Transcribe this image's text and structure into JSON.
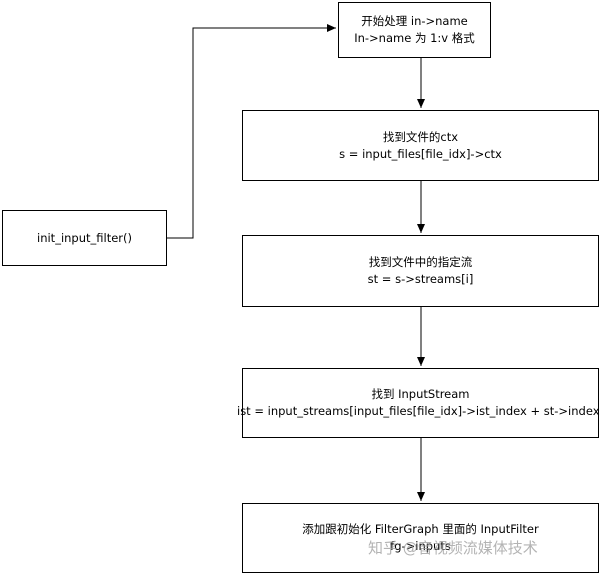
{
  "nodes": {
    "start": {
      "line1": "开始处理 in->name",
      "line2": "In->name 为 1:v 格式"
    },
    "ctx": {
      "line1": "找到文件的ctx",
      "line2": "s = input_files[file_idx]->ctx"
    },
    "stream": {
      "line1": "找到文件中的指定流",
      "line2": "st = s->streams[i]"
    },
    "inputstream": {
      "line1": "找到 InputStream",
      "line2": "ist = input_streams[input_files[file_idx]->ist_index + st->index]"
    },
    "addfilter": {
      "line1": "添加跟初始化 FilterGraph 里面的 InputFilter",
      "line2": "fg->inputs"
    },
    "entry": {
      "label": "init_input_filter()"
    }
  },
  "watermark": "知乎 @音视频流媒体技术"
}
